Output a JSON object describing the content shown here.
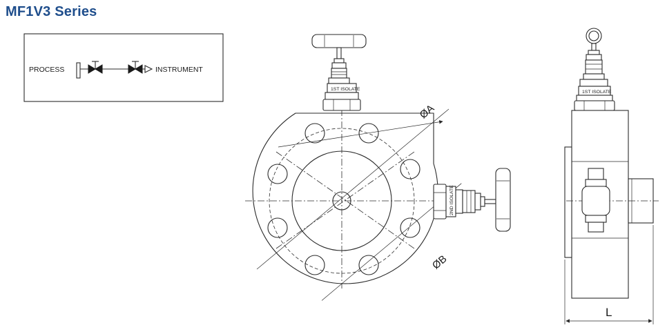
{
  "page": {
    "title": "MF1V3 Series"
  },
  "schematic": {
    "left_label": "PROCESS",
    "right_label": "INSTRUMENT"
  },
  "valve_tags": {
    "top": "1ST ISOLATE",
    "side": "2ND ISOLATE",
    "right_view": "1ST ISOLATE"
  },
  "dimensions": {
    "outer_diameter": "ØA",
    "bolt_circle": "ØB",
    "length": "L"
  },
  "colors": {
    "title": "#1f4e8c",
    "line": "#2a2a2a"
  }
}
